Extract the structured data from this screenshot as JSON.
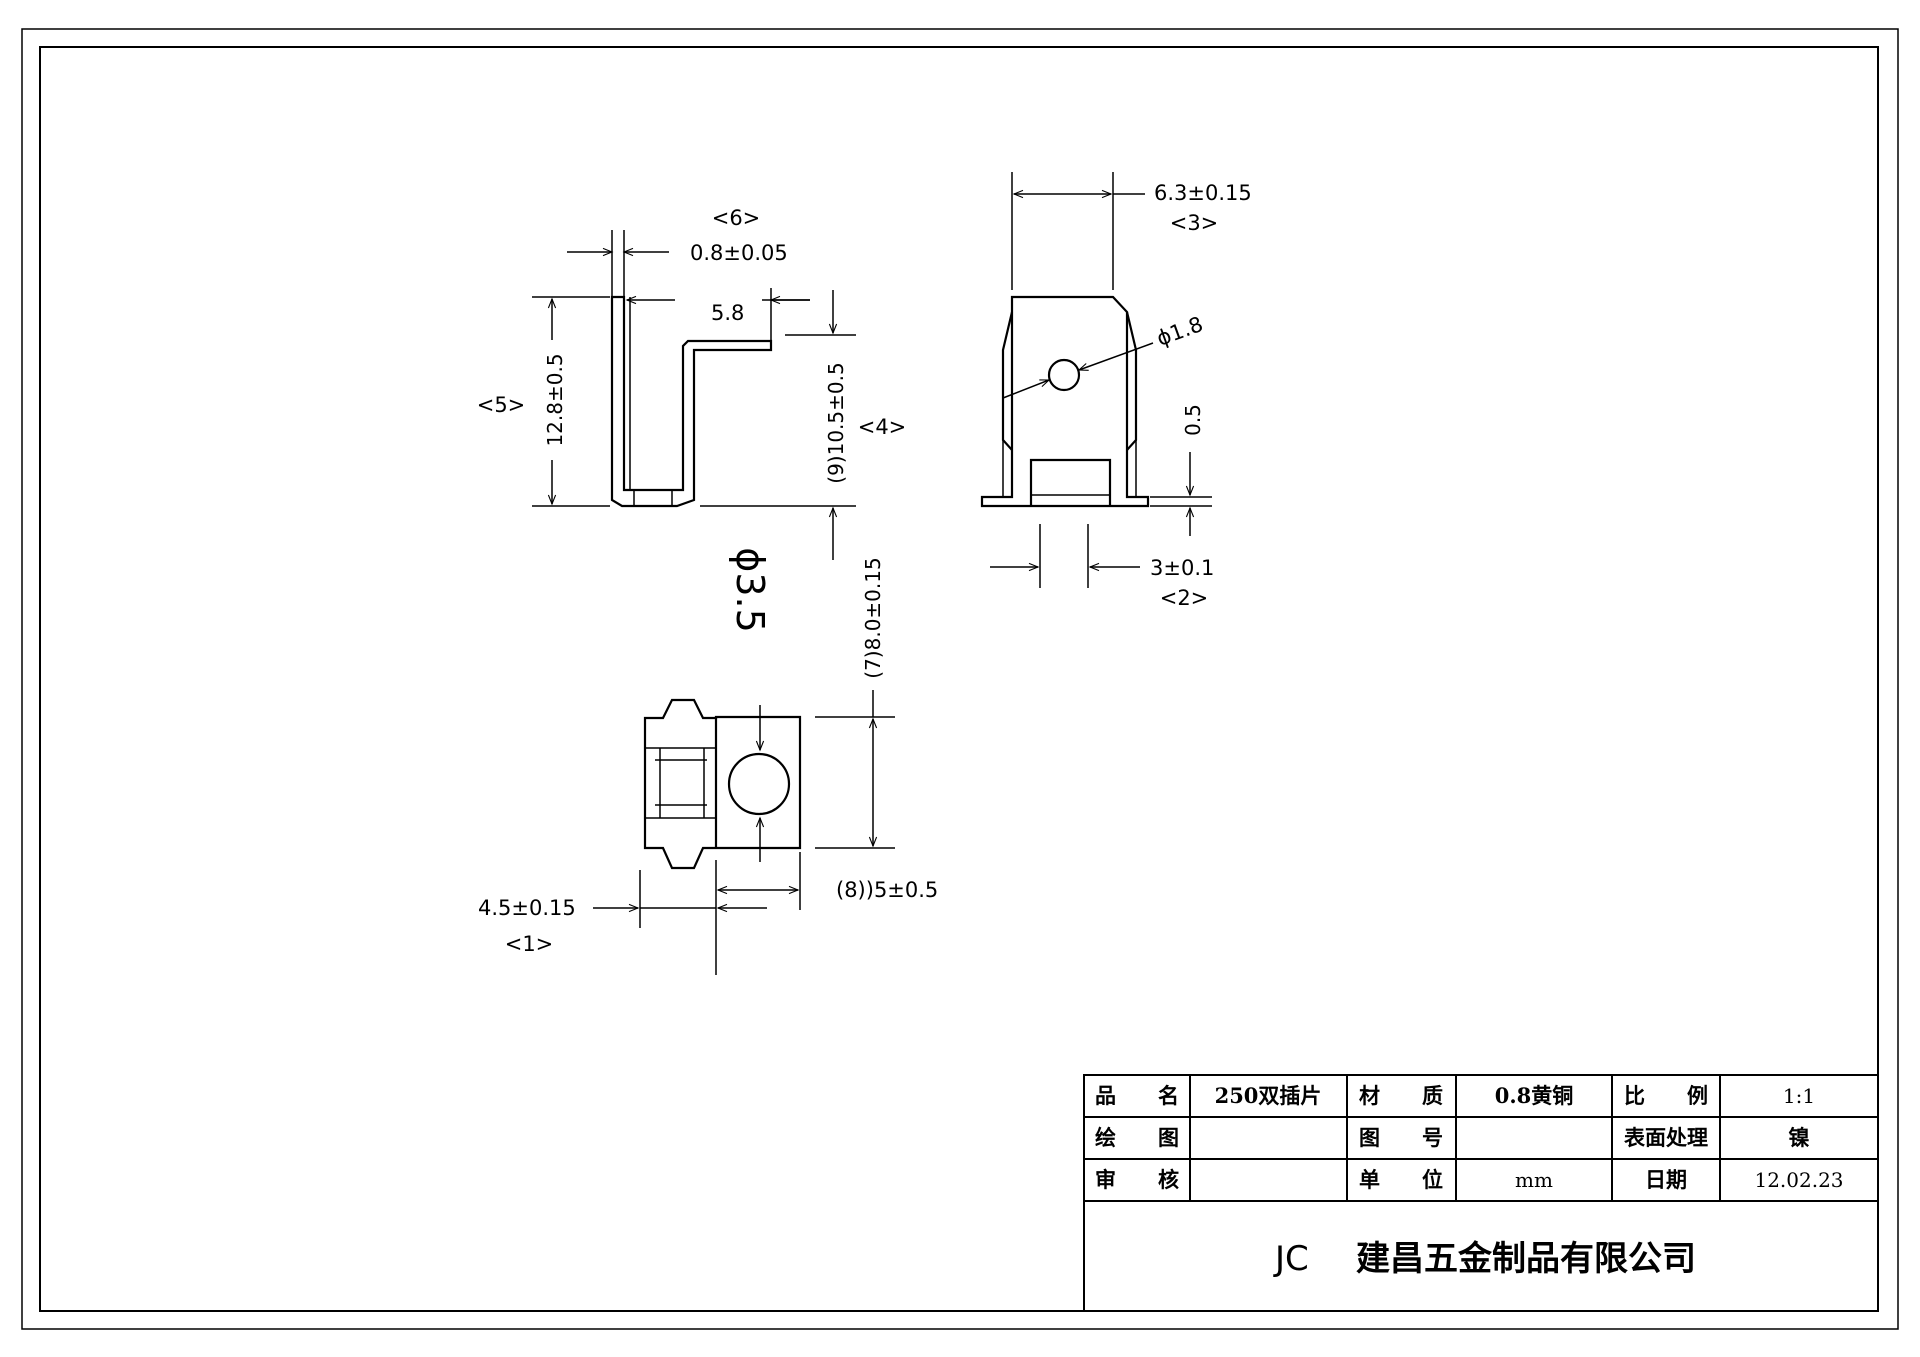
{
  "dimensions": {
    "d_thickness": "0.8±0.05",
    "d_thickness_tag": "<6>",
    "d_58": "5.8",
    "d_height": "12.8±0.5",
    "d_height_tag": "<5>",
    "d_inner": "(9)10.5±0.5",
    "d_inner_tag": "<4>",
    "d_width": "6.3±0.15",
    "d_width_tag": "<3>",
    "d_hole": "ϕ1.8",
    "d_05": "0.5",
    "d_slot": "3±0.1",
    "d_slot_tag": "<2>",
    "d_big_hole": "ϕ3.5",
    "d_len": "(7)8.0±0.15",
    "d_45": "4.5±0.15",
    "d_45_tag": "<1>",
    "d_5": "(8))5±0.5"
  },
  "title_block": {
    "name_label": "品　　名",
    "name_value": "250双插片",
    "material_label": "材　　质",
    "material_value": "0.8黄铜",
    "scale_label": "比　　例",
    "scale_value": "1:1",
    "drawn_label": "绘　　图",
    "drawing_no_label": "图　　号",
    "surface_label": "表面处理",
    "surface_value": "镍",
    "review_label": "审　　核",
    "unit_label": "单　　位",
    "unit_value": "mm",
    "date_label": "日期",
    "date_value": "12.02.23",
    "company_code": "JC",
    "company_name": "建昌五金制品有限公司"
  }
}
